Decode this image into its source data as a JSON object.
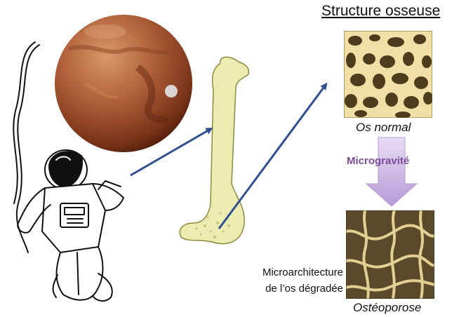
{
  "title": "Structure osseuse",
  "labels": {
    "normal": "Os normal",
    "microgravity": "Microgravité",
    "degraded_line1": "Microarchitecture",
    "degraded_line2": "de l’os dégradée",
    "osteoporosis": "Ostéoporose"
  },
  "colors": {
    "arrow": "#2f4f8f",
    "microgravity_text": "#7a4c98",
    "big_arrow_fill": "#c8b0e0",
    "bone_fill": "#ecebb0",
    "mars": "#a5502f",
    "normal_bone": "#f2dfa6",
    "osteo_bone": "#5b4a2a"
  }
}
